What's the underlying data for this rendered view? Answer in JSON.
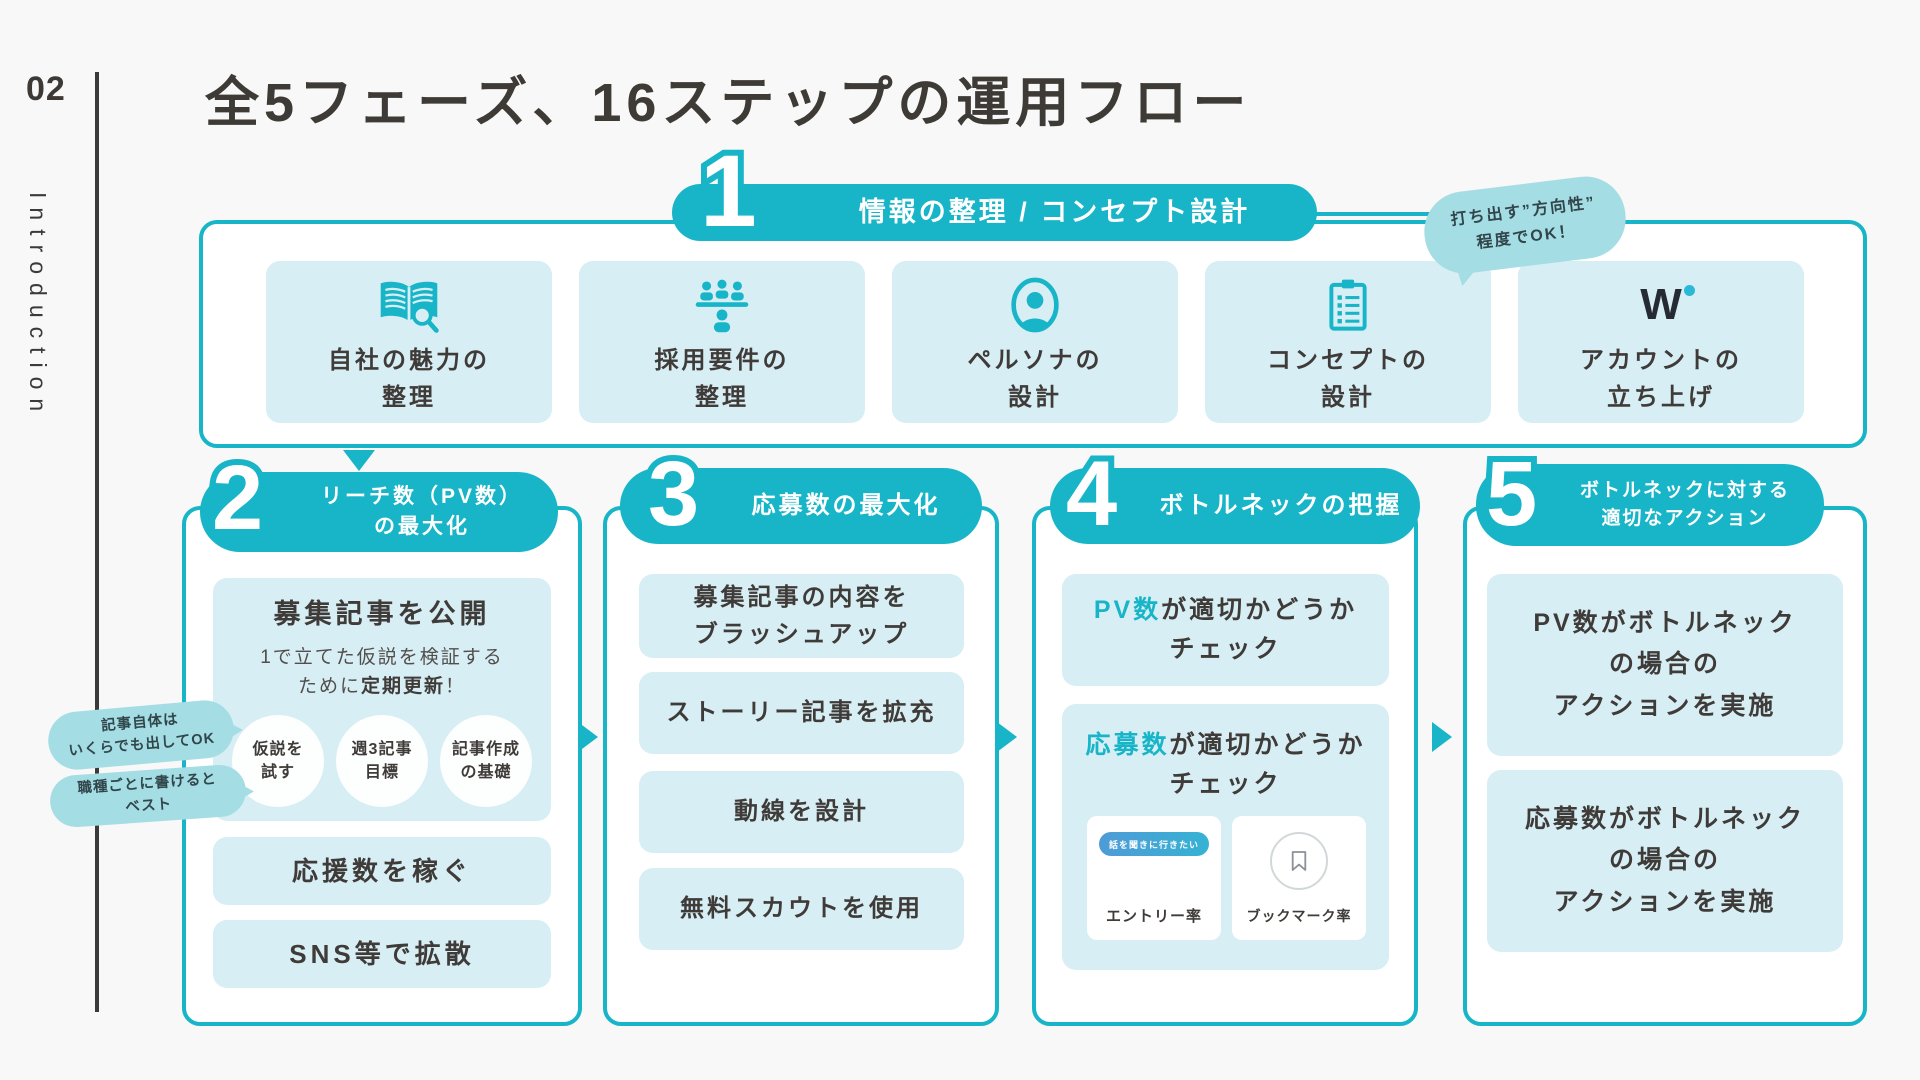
{
  "colors": {
    "accent": "#17b5c7",
    "card_bg": "#d7eef4",
    "bubble_bg": "#a5dde5",
    "ink": "#3f3b38",
    "logo_ink": "#262b33",
    "logo_dot": "#2ab9d9",
    "entry_button_gradient": [
      "#4f9bd6",
      "#35b2d4"
    ]
  },
  "sidebar": {
    "page_number": "02",
    "section_label": "Introduction"
  },
  "header": {
    "title": "全5フェーズ、16ステップの運用フロー"
  },
  "phase1": {
    "number": "1",
    "label": "情報の整理 / コンセプト設計",
    "note": "打ち出す”方向性”\n程度でOK！",
    "cards": [
      {
        "icon": "book-search-icon",
        "label": "自社の魅力の\n整理"
      },
      {
        "icon": "interview-panel-icon",
        "label": "採用要件の\n整理"
      },
      {
        "icon": "persona-icon",
        "label": "ペルソナの\n設計"
      },
      {
        "icon": "clipboard-icon",
        "label": "コンセプトの\n設計"
      },
      {
        "icon": "wantedly-logo-icon",
        "label": "アカウントの\n立ち上げ",
        "logo_letter": "W"
      }
    ]
  },
  "phase2": {
    "number": "2",
    "label": "リーチ数（PV数）\nの最大化",
    "bubbles": [
      "記事自体は\nいくらでも出してOK",
      "職種ごとに書けると\nベスト"
    ],
    "card1": {
      "title": "募集記事を公開",
      "sub_pre": "1で立てた仮説を検証する\nために",
      "sub_bold": "定期更新",
      "sub_post": "！",
      "circles": [
        "仮説を\n試す",
        "週3記事\n目標",
        "記事作成\nの基礎"
      ]
    },
    "card2": "応援数を稼ぐ",
    "card3": "SNS等で拡散"
  },
  "phase3": {
    "number": "3",
    "label": "応募数の最大化",
    "cards": [
      "募集記事の内容を\nブラッシュアップ",
      "ストーリー記事を拡充",
      "動線を設計",
      "無料スカウトを使用"
    ]
  },
  "phase4": {
    "number": "4",
    "label": "ボトルネックの把握",
    "card1": {
      "highlight": "PV数",
      "rest": "が適切かどうか\nチェック"
    },
    "card2": {
      "highlight": "応募数",
      "rest": "が適切かどうか\nチェック",
      "metrics": [
        {
          "icon": "entry-button",
          "button_label": "話を聞きに行きたい",
          "label": "エントリー率"
        },
        {
          "icon": "bookmark-icon",
          "label": "ブックマーク率"
        }
      ]
    }
  },
  "phase5": {
    "number": "5",
    "label": "ボトルネックに対する\n適切なアクション",
    "cards": [
      "PV数がボトルネック\nの場合の\nアクションを実施",
      "応募数がボトルネック\nの場合の\nアクションを実施"
    ]
  }
}
